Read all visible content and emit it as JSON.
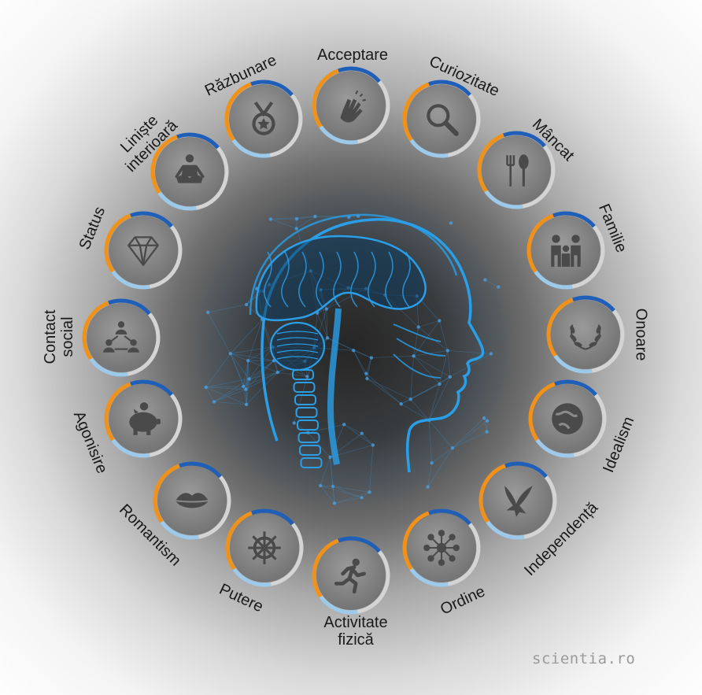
{
  "colors": {
    "ring_top": "#1f5fb8",
    "ring_orange": "#f0921a",
    "ring_light_blue": "#9dc9ea",
    "ring_gray": "#d4d4d4",
    "icon": "#4a4a4a",
    "head_blue": "#2a9fe8"
  },
  "center": {
    "image": "brain-head-network-illustration"
  },
  "desires": [
    {
      "label": "Acceptare",
      "icon": "clapping-hands-icon"
    },
    {
      "label": "Curiozitate",
      "icon": "magnifier-icon"
    },
    {
      "label": "Mâncat",
      "icon": "fork-spoon-icon"
    },
    {
      "label": "Familie",
      "icon": "family-icon"
    },
    {
      "label": "Onoare",
      "icon": "laurel-wreath-icon"
    },
    {
      "label": "Idealism",
      "icon": "globe-icon"
    },
    {
      "label": "Independență",
      "icon": "bird-icon"
    },
    {
      "label": "Ordine",
      "icon": "network-nodes-icon"
    },
    {
      "label": "Activitate fizică",
      "icon": "runner-icon"
    },
    {
      "label": "Putere",
      "icon": "ship-wheel-icon"
    },
    {
      "label": "Romantism",
      "icon": "lips-icon"
    },
    {
      "label": "Agonisire",
      "icon": "piggy-bank-icon"
    },
    {
      "label": "Contact social",
      "icon": "people-network-icon"
    },
    {
      "label": "Status",
      "icon": "diamond-icon"
    },
    {
      "label": "Liniște interioară",
      "icon": "meditation-icon"
    },
    {
      "label": "Răzbunare",
      "icon": "medal-icon"
    }
  ],
  "brand": "scientia.ro"
}
